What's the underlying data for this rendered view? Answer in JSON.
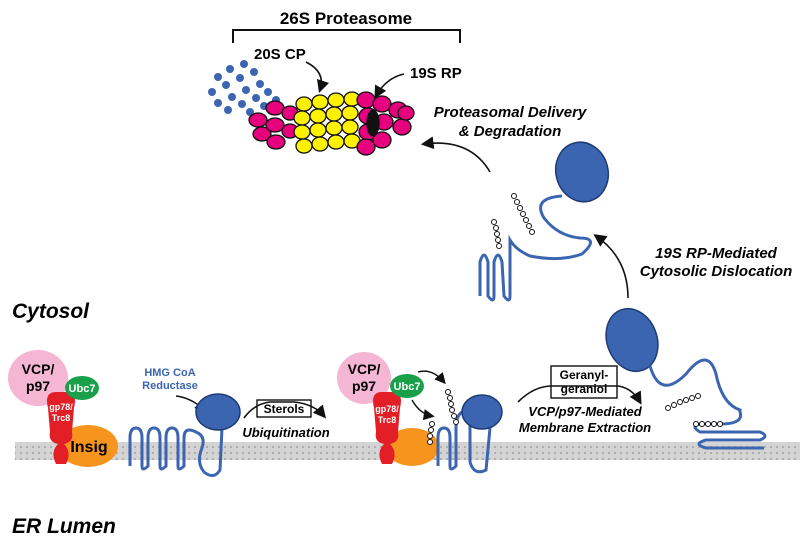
{
  "title": "26S Proteasome",
  "compartments": {
    "cytosol": "Cytosol",
    "er_lumen": "ER Lumen"
  },
  "proteasome": {
    "cp_label": "20S CP",
    "rp_label": "19S RP"
  },
  "proteins": {
    "vcp_line1": "VCP/",
    "vcp_line2": "p97",
    "ubc7": "Ubc7",
    "gp78_line1": "gp78/",
    "gp78_line2": "Trc8",
    "insig": "Insig",
    "hmgcr_line1": "HMG CoA",
    "hmgcr_line2": "Reductase"
  },
  "steps": {
    "sterols": "Sterols",
    "ubiquitination": "Ubiquitination",
    "geranylgeraniol_line1": "Geranyl-",
    "geranylgeraniol_line2": "geraniol",
    "extraction_line1": "VCP/p97-Mediated",
    "extraction_line2": "Membrane Extraction",
    "dislocation_line1": "19S RP-Mediated",
    "dislocation_line2": "Cytosolic Dislocation",
    "degradation_line1": "Proteasomal Delivery",
    "degradation_line2": "& Degradation"
  },
  "colors": {
    "vcp": "#f4b6d2",
    "ubc7": "#1aa04a",
    "gp78": "#e21f26",
    "insig": "#f7941d",
    "hmgcr": "#3c65b1",
    "cp_yellow": "#fff200",
    "rp_magenta": "#e6007e",
    "membrane": "#cfcfcf",
    "hmgcr_label": "#3c65b1"
  }
}
